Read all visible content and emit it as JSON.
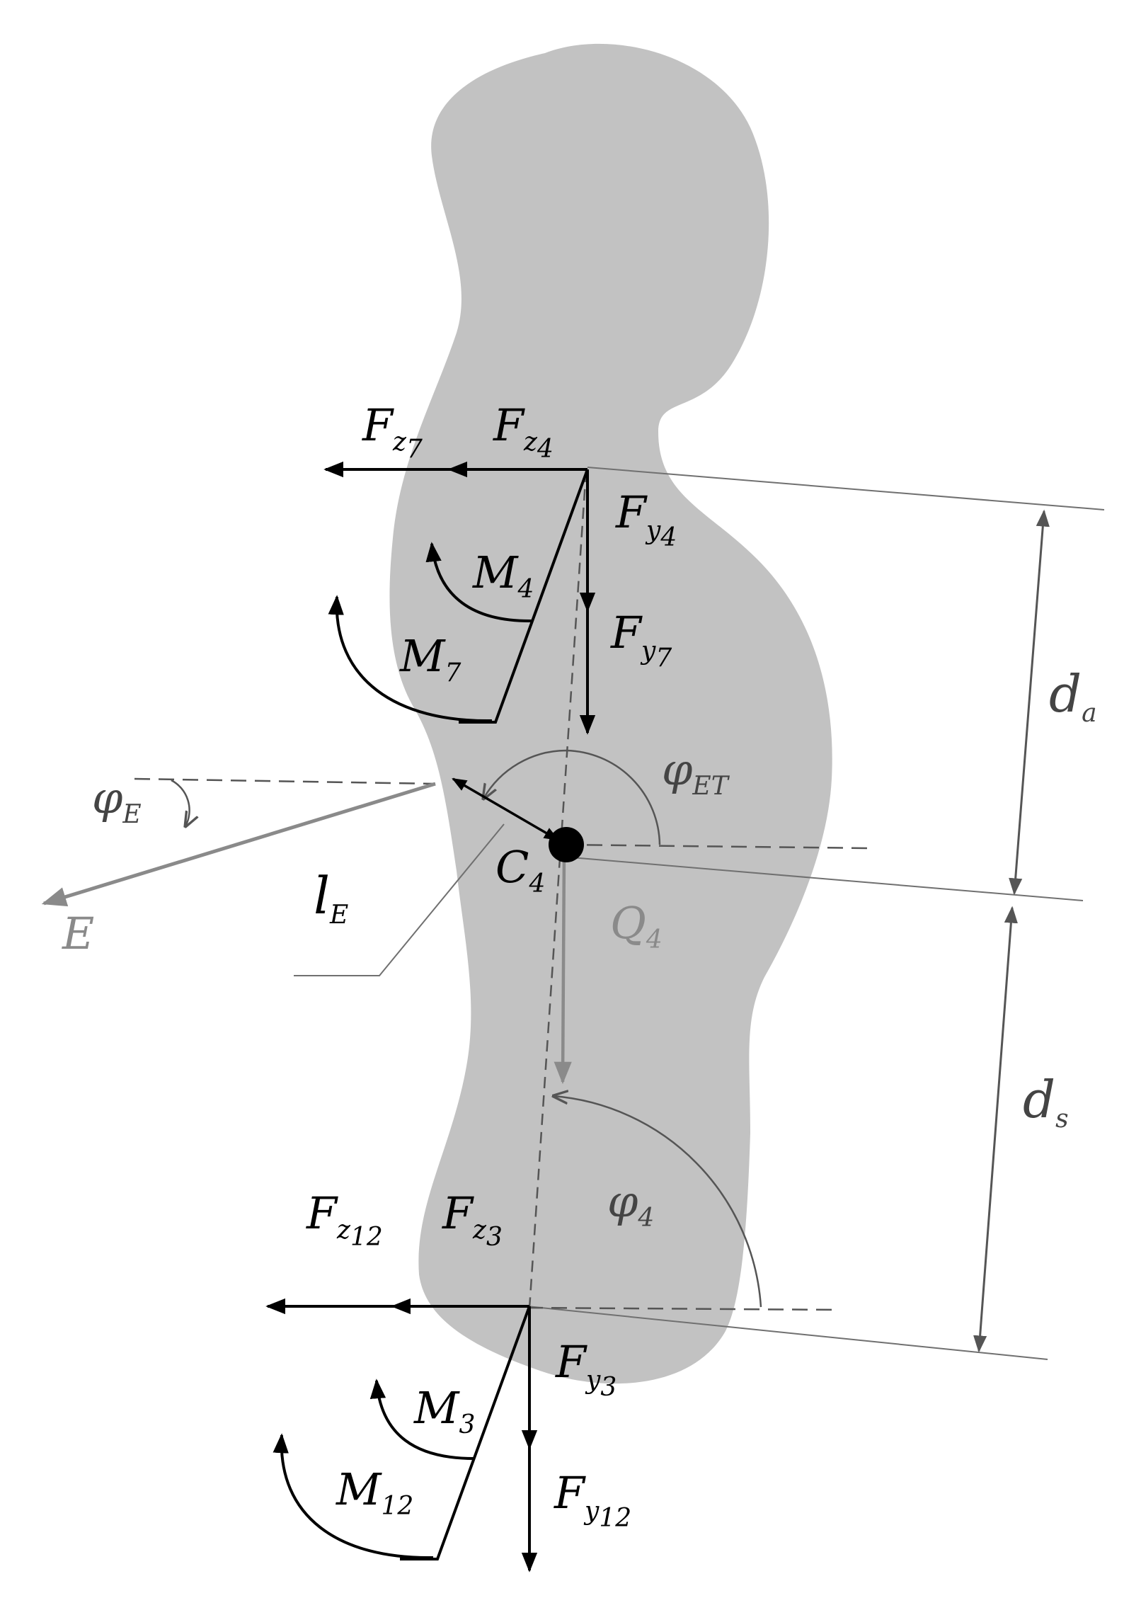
{
  "colors": {
    "background": "#ffffff",
    "body_silhouette": "#c2c2c2",
    "force_arrow": "#000000",
    "grey_arrow": "#8a8a8a",
    "dimension_line": "#555555",
    "thin_line": "#707070"
  },
  "labels": {
    "fz7": {
      "base": "F",
      "sub": "z",
      "subsub": "7"
    },
    "fz4": {
      "base": "F",
      "sub": "z",
      "subsub": "4"
    },
    "fy4": {
      "base": "F",
      "sub": "y",
      "subsub": "4"
    },
    "fy7": {
      "base": "F",
      "sub": "y",
      "subsub": "7"
    },
    "m4": {
      "base": "M",
      "sub": "4"
    },
    "m7": {
      "base": "M",
      "sub": "7"
    },
    "phi_et": {
      "base": "φ",
      "sub": "ET"
    },
    "phi_e": {
      "base": "φ",
      "sub": "E"
    },
    "e": {
      "base": "E"
    },
    "c4": {
      "base": "C",
      "sub": "4"
    },
    "le": {
      "base": "l",
      "sub": "E"
    },
    "q4": {
      "base": "Q",
      "sub": "4"
    },
    "da": {
      "base": "d",
      "sub": "a"
    },
    "ds": {
      "base": "d",
      "sub": "s"
    },
    "phi4": {
      "base": "φ",
      "sub": "4"
    },
    "fz12": {
      "base": "F",
      "sub": "z",
      "subsub": "12"
    },
    "fz3": {
      "base": "F",
      "sub": "z",
      "subsub": "3"
    },
    "fy3": {
      "base": "F",
      "sub": "y",
      "subsub": "3"
    },
    "m3": {
      "base": "M",
      "sub": "3"
    },
    "m12": {
      "base": "M",
      "sub": "12"
    },
    "fy12": {
      "base": "F",
      "sub": "y",
      "subsub": "12"
    }
  }
}
